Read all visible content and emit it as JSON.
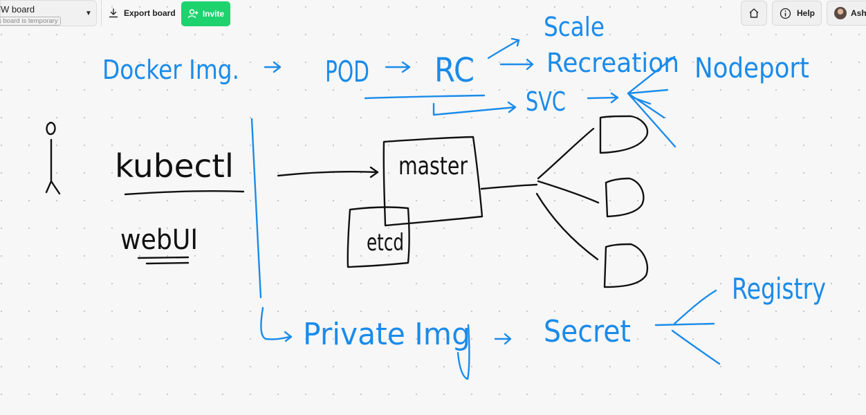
{
  "toolbar": {
    "board_title": "FW board",
    "board_temp_note": "s board is temporary",
    "export_label": "Export board",
    "invite_label": "Invite",
    "help_label": "Help",
    "user_name": "Ashu"
  },
  "icons": {
    "export": "download-icon",
    "invite": "add-user-icon",
    "home": "home-icon",
    "help": "info-icon",
    "dropdown": "chevron-down-icon"
  },
  "colors": {
    "invite_green": "#1ed26e",
    "ink_blue": "#1a8bea",
    "ink_black": "#111111"
  },
  "whiteboard": {
    "labels": {
      "docker_img": "Docker Img.",
      "pod": "POD",
      "rc": "RC",
      "scale": "Scale",
      "recreation": "Recreation",
      "nodeport": "Nodeport",
      "svc": "SVC",
      "kubectl": "kubectl",
      "webui": "webUI",
      "master": "master",
      "etcd": "etcd",
      "private_img": "Private Img",
      "secret": "Secret",
      "registry": "Registry"
    }
  }
}
